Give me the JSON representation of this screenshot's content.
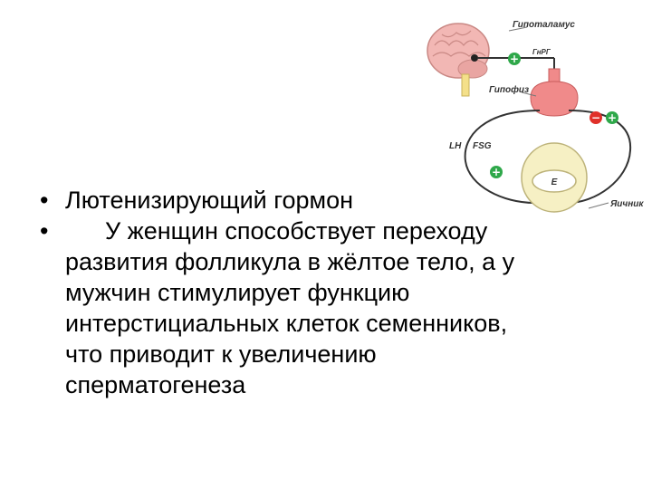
{
  "bullets": [
    {
      "marker": "•",
      "text": "Лютенизирующий гормон"
    },
    {
      "marker": "•",
      "text": "У женщин способствует переходу развития фолликула в жёлтое тело, а у мужчин стимулирует функцию интерстициальных клеток семенников, что приводит к увеличению сперматогенеза"
    }
  ],
  "diagram": {
    "hypothalamus_label": "Гипоталамус",
    "gnrh_label": "ГнРГ",
    "pituitary_label": "Гипофиз",
    "lh_label": "LH",
    "fsg_label": "FSG",
    "estrogen_label": "E",
    "ovary_label": "Яичник",
    "plus_sign": "+",
    "minus_sign": "−",
    "colors": {
      "brain": "#f2b7b4",
      "pituitary": "#f08a8a",
      "ovary": "#f6f0c4",
      "plus": "#2fa84a",
      "minus": "#e0302a"
    }
  }
}
